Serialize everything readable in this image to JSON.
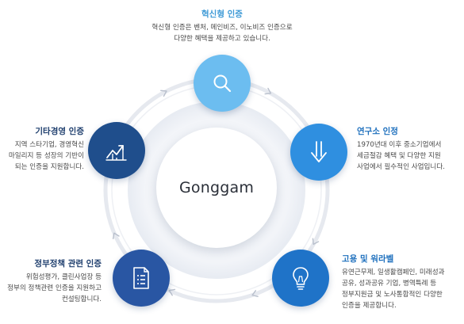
{
  "center": {
    "label": "Gonggam"
  },
  "colors": {
    "ring": "#e6e9ef",
    "arrow": "#b8bfcc",
    "innovation": "#6cbdf0",
    "research": "#2f8fe0",
    "employment": "#1f73c8",
    "policy": "#2956a3",
    "other": "#1f4e8c"
  },
  "nodes": [
    {
      "key": "innovation",
      "icon": "magnifier-icon",
      "title": "혁신형 인증",
      "lines": [
        "혁신형 인증은 벤처, 메인비즈, 이노비즈 인증으로",
        "다양한 혜택을 제공하고 있습니다."
      ]
    },
    {
      "key": "research",
      "icon": "down-arrow-icon",
      "title": "연구소 인정",
      "lines": [
        "1970년대 이후 중소기업에서",
        "세금절감 혜택 및 다양한 지원",
        "사업에서 필수적인 사업입니다."
      ]
    },
    {
      "key": "employment",
      "icon": "lightbulb-icon",
      "title": "고용 및 워라벨",
      "lines": [
        "유연근무제, 일생활캠페인, 미래성과",
        "공유, 성과공유 기업, 병역특례 등",
        "정부지원금 및 노사통합적인 다양한",
        "인증을 제공합니다."
      ]
    },
    {
      "key": "policy",
      "icon": "document-icon",
      "title": "정부정책 관련 인증",
      "lines": [
        "위험성평가, 클린사업장 등",
        "정부의 정책관련 인증을 지원하고",
        "컨설팅합니다."
      ]
    },
    {
      "key": "other",
      "icon": "line-chart-icon",
      "title": "기타경영 인증",
      "lines": [
        "지역 스타기업, 경영혁신",
        "마일리지 등 성장의 기반이",
        "되는 인증을 지원합니다."
      ]
    }
  ]
}
